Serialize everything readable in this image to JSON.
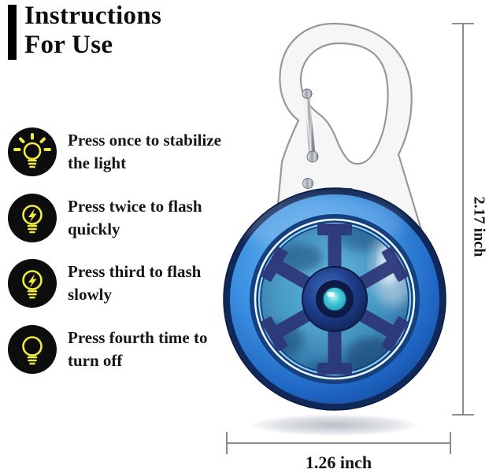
{
  "title": {
    "line1": "Instructions",
    "line2": "For Use"
  },
  "instructions": [
    {
      "icon": "bulb-shine-icon",
      "line1": "Press once to stabilize",
      "line2": "the light"
    },
    {
      "icon": "bulb-flash-icon",
      "line1": "Press twice to flash",
      "line2": "quickly"
    },
    {
      "icon": "bulb-flash-icon",
      "line1": "Press third to flash",
      "line2": "slowly"
    },
    {
      "icon": "bulb-off-icon",
      "line1": "Press fourth time to",
      "line2": "turn off"
    }
  ],
  "dimensions": {
    "height_label": "2.17 inch",
    "width_label": "1.26 inch",
    "line_color": "#7f7f7f"
  },
  "icons": {
    "background": "#0d0d0d",
    "stroke": "#f1eb40"
  },
  "product": {
    "colors": {
      "rim": "#10295a",
      "band_blue": "#2e86dd",
      "glow_ring_outer": "#eef9ff",
      "glow_ring_inner": "#8fd4f2",
      "inner_blue": "#4e9cc9",
      "spokes": "#2d3779",
      "hub_dark": "#0c1a44",
      "button_cyan": "#38c2d6",
      "carabiner_body": "#f6f6f7",
      "carabiner_edge": "#97989b"
    }
  }
}
